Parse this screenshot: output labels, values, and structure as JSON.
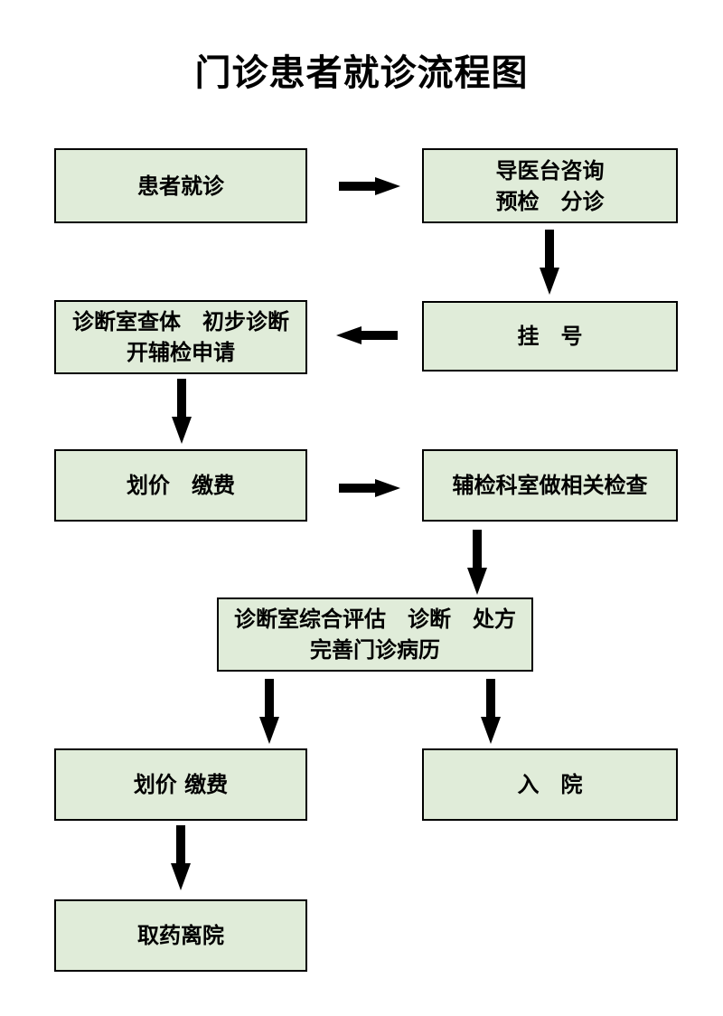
{
  "title": "门诊患者就诊流程图",
  "colors": {
    "box_fill": "#e0ecd9",
    "box_border": "#000000",
    "arrow": "#000000",
    "text": "#000000",
    "page_background": "#ffffff"
  },
  "flowchart": {
    "nodes": [
      {
        "id": "patient-visit",
        "lines": [
          "患者就诊"
        ]
      },
      {
        "id": "triage-consult",
        "lines": [
          "导医台咨询",
          "预检　分诊"
        ]
      },
      {
        "id": "registration",
        "lines": [
          "挂　号"
        ]
      },
      {
        "id": "exam-initial-diagnosis",
        "lines": [
          "诊断室查体　初步诊断",
          "开辅检申请"
        ]
      },
      {
        "id": "pricing-payment-1",
        "lines": [
          "划价　缴费"
        ]
      },
      {
        "id": "auxiliary-tests",
        "lines": [
          "辅检科室做相关检查"
        ]
      },
      {
        "id": "comprehensive-assessment",
        "lines": [
          "诊断室综合评估　诊断　处方",
          "完善门诊病历"
        ]
      },
      {
        "id": "pricing-payment-2",
        "lines": [
          "划价 缴费"
        ]
      },
      {
        "id": "admission",
        "lines": [
          "入　院"
        ]
      },
      {
        "id": "dispense-leave",
        "lines": [
          "取药离院"
        ]
      }
    ],
    "connections": [
      {
        "from": "patient-visit",
        "to": "triage-consult",
        "direction": "right"
      },
      {
        "from": "triage-consult",
        "to": "registration",
        "direction": "down"
      },
      {
        "from": "registration",
        "to": "exam-initial-diagnosis",
        "direction": "left"
      },
      {
        "from": "exam-initial-diagnosis",
        "to": "pricing-payment-1",
        "direction": "down"
      },
      {
        "from": "pricing-payment-1",
        "to": "auxiliary-tests",
        "direction": "right"
      },
      {
        "from": "auxiliary-tests",
        "to": "comprehensive-assessment",
        "direction": "down"
      },
      {
        "from": "comprehensive-assessment",
        "to": "pricing-payment-2",
        "direction": "down"
      },
      {
        "from": "comprehensive-assessment",
        "to": "admission",
        "direction": "down"
      },
      {
        "from": "pricing-payment-2",
        "to": "dispense-leave",
        "direction": "down"
      }
    ]
  }
}
